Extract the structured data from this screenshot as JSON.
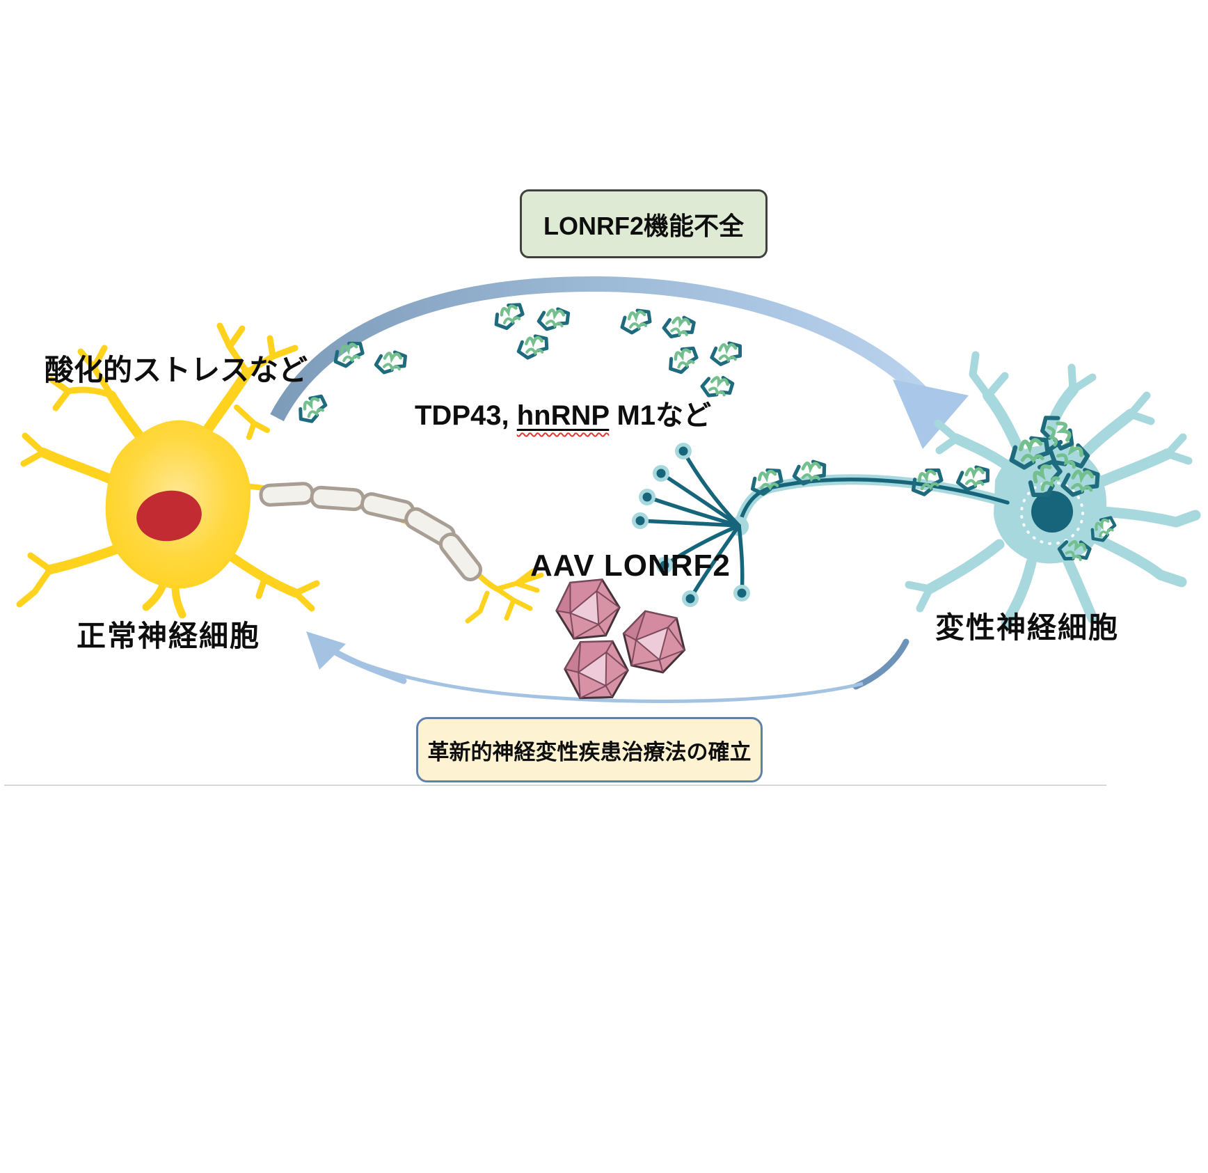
{
  "figure": {
    "title_box": {
      "label": "LONRF2機能不全"
    },
    "outcome_box": {
      "label": "革新的神経変性疾患治療法の確立"
    },
    "labels": {
      "stress": "酸化的ストレスなど",
      "proteins_prefix": "TDP43, ",
      "proteins_underlined": "hnRNP",
      "proteins_suffix": " M1など",
      "aav": "AAV LONRF2",
      "normal_neuron": "正常神経細胞",
      "degenerated_neuron": "変性神経細胞"
    },
    "icons": [
      "protein-aggregate-icon",
      "aav-capsid-icon",
      "forward-arc-arrow",
      "return-arc-arrow",
      "normal-neuron-illustration",
      "degenerated-neuron-illustration"
    ],
    "colors": {
      "title_box_bg": "#deead3",
      "title_box_border": "#3f413d",
      "outcome_box_bg": "#fdf3d3",
      "outcome_box_border": "#5f80a8",
      "forward_arrow_start": "#7d9cb9",
      "forward_arrow_end": "#b9d2ee",
      "forward_arrowhead": "#a9c7e9",
      "return_arrow": "#a4c3e3",
      "return_arrow_dark_end": "#6e93b8",
      "neuron_yellow": "#ffd21e",
      "nucleus_red": "#c22b31",
      "myelin_fill": "#f2f1ec",
      "myelin_outline": "#a89e94",
      "degen_neuron_light_teal": "#a7d8dd",
      "degen_neuron_dark_teal": "#16657a",
      "aggregate_teal": "#1e6b7d",
      "aggregate_green": "#74bf8e",
      "capsid_pink": "#d792a6",
      "capsid_light": "#eecbd8",
      "divider_gray": "#d8d8d8"
    }
  }
}
